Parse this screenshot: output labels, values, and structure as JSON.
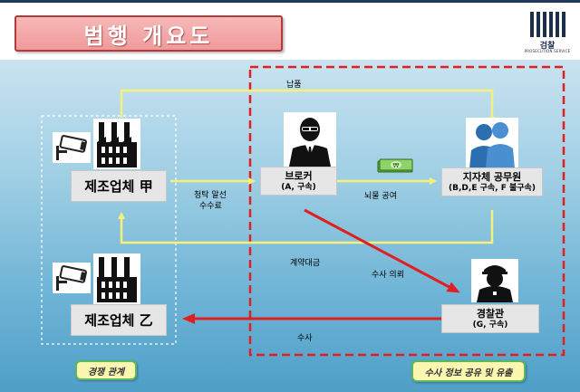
{
  "title": "범행 개요도",
  "logo": {
    "name": "검찰",
    "subtitle": "PROSECUTION SERVICE",
    "color": "#1b2e4a"
  },
  "companies": [
    {
      "id": "company-a",
      "label": "제조업체 甲"
    },
    {
      "id": "company-b",
      "label": "제조업체 乙"
    }
  ],
  "actors": {
    "broker": {
      "name": "브로커",
      "status": "(A, 구속)"
    },
    "official": {
      "name": "지자체 공무원",
      "status": "(B,D,E 구속, F 불구속)"
    },
    "police": {
      "name": "경찰관",
      "status": "(G, 구속)"
    }
  },
  "relations": {
    "delivery": "납품",
    "solicitation_fee_line1": "청탁 알선",
    "solicitation_fee_line2": "수수료",
    "bribe": "뇌물 공여",
    "contract_payment": "계약대금",
    "investigation_request": "수사 의뢰",
    "investigation": "수사"
  },
  "groups": {
    "competition": "경쟁 관계",
    "info_sharing": "수사 정보 공유 및 유출"
  },
  "colors": {
    "title_bg": "#ef9a9a",
    "yellow_line": "#f5f07a",
    "red_arrow": "#e02020",
    "dashed_red": "#e02020",
    "green_border": "#5cb85c"
  }
}
